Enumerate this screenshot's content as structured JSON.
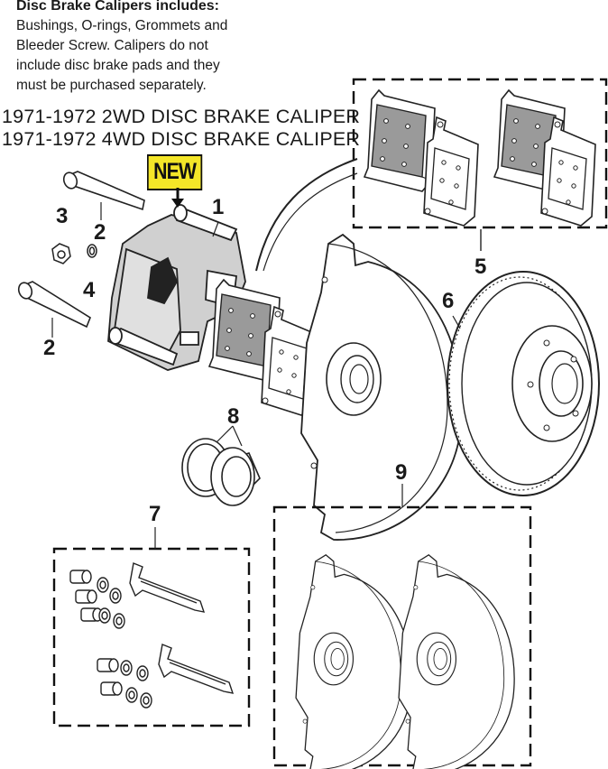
{
  "note": {
    "title": "Disc Brake Calipers includes:",
    "lines": [
      "Bushings, O-rings, Grommets and",
      "Bleeder Screw. Calipers do not",
      "include disc brake pads and they",
      "must be purchased separately."
    ]
  },
  "headings": [
    "1971-1972  2WD DISC BRAKE CALIPER",
    "1971-1972  4WD DISC BRAKE CALIPER"
  ],
  "badge": {
    "label": "NEW",
    "color": "#f4e628"
  },
  "callouts": {
    "n1": "1",
    "n2a": "2",
    "n2b": "2",
    "n3": "3",
    "n4": "4",
    "n5": "5",
    "n6": "6",
    "n7": "7",
    "n8": "8",
    "n9": "9"
  },
  "colors": {
    "pad": "#9a9a9a",
    "caliper": "#d0d0d0",
    "line": "#222222"
  }
}
